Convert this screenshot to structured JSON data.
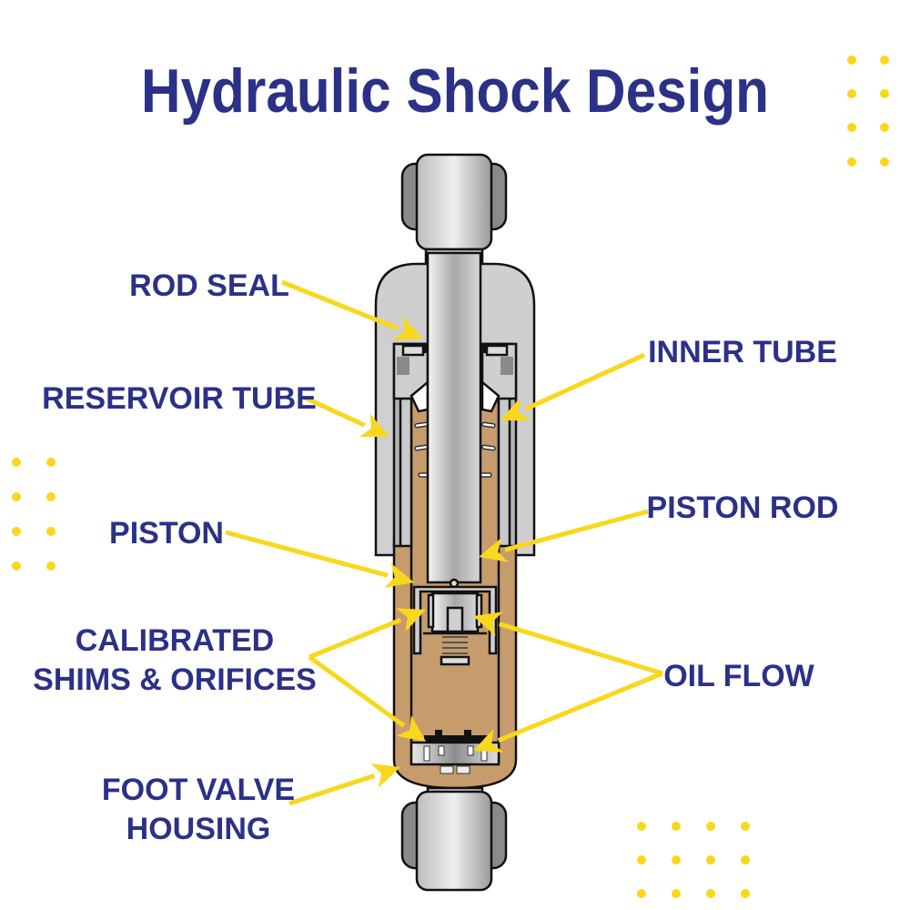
{
  "title": "Hydraulic Shock Design",
  "labels": {
    "rod_seal": "ROD SEAL",
    "reservoir_tube": "RESERVOIR TUBE",
    "inner_tube": "INNER TUBE",
    "piston": "PISTON",
    "piston_rod": "PISTON ROD",
    "calibrated_line1": "CALIBRATED",
    "calibrated_line2": "SHIMS & ORIFICES",
    "oil_flow": "OIL FLOW",
    "foot_valve_line1": "FOOT VALVE",
    "foot_valve_line2": "HOUSING"
  },
  "colors": {
    "title": "#2b3187",
    "arrow": "#f9d71c",
    "oil": "#c69c6d",
    "metal": "#cccccc"
  }
}
